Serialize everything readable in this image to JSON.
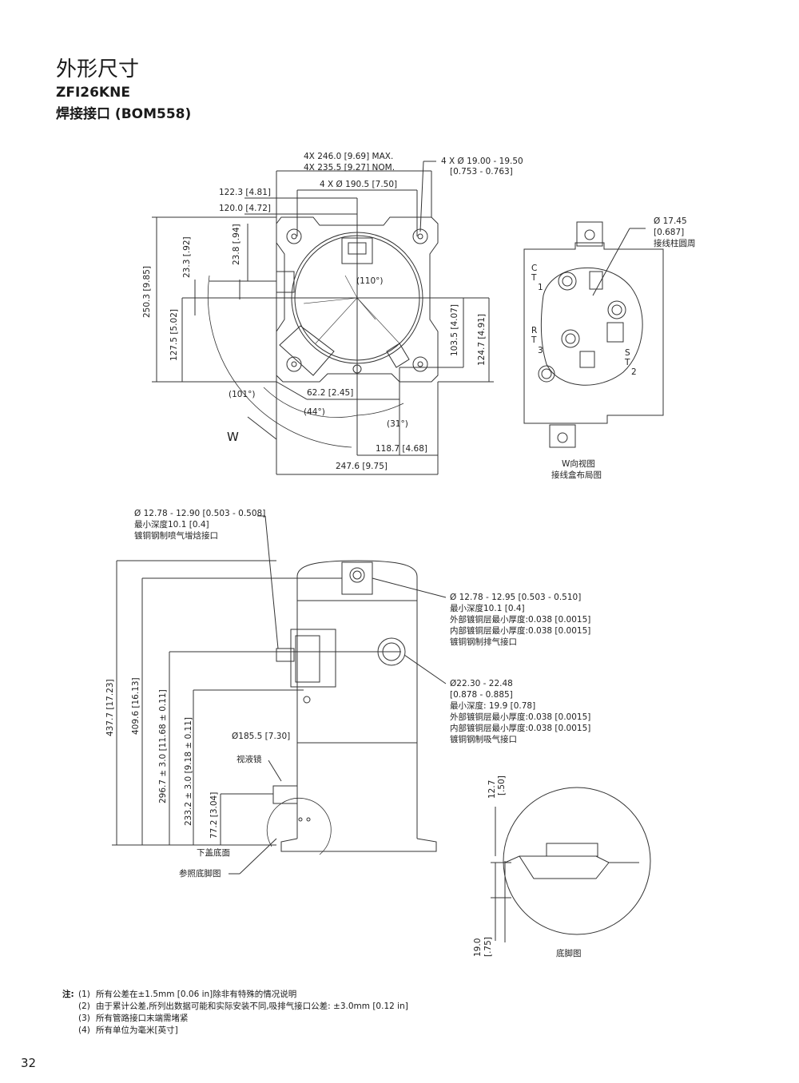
{
  "header": {
    "title": "外形尺寸",
    "model": "ZFI26KNE",
    "connection": "焊接接口 (BOM558)"
  },
  "top_view": {
    "mount_max": "4X 246.0 [9.69] MAX.",
    "mount_nom": "4X 235.5 [9.27] NOM.",
    "hole_dia": "4 X Ø 19.00 - 19.50",
    "hole_dia_in": "[0.753 - 0.763]",
    "bolt_circle": "4 X Ø 190.5 [7.50]",
    "d_122_3": "122.3 [4.81]",
    "d_120_0": "120.0 [4.72]",
    "d_250_3": "250.3 [9.85]",
    "d_23_3": "23.3 [.92]",
    "d_23_8": "23.8 [.94]",
    "d_127_5": "127.5 [5.02]",
    "d_103_5": "103.5 [4.07]",
    "d_124_7": "124.7 [4.91]",
    "d_62_2": "62.2 [2.45]",
    "d_118_7": "118.7 [4.68]",
    "d_247_6": "247.6 [9.75]",
    "ang_110": "(110°)",
    "ang_101": "(101°)",
    "ang_44": "(44°)",
    "ang_31": "(31°)",
    "view_w": "W"
  },
  "terminal_box": {
    "dia_label": "Ø 17.45",
    "dia_in": "[0.687]",
    "dia_desc": "接线柱圆周",
    "c": "C",
    "t1": "T",
    "one": "1",
    "r": "R",
    "t3": "T",
    "three": "3",
    "s": "S",
    "t2": "T",
    "two": "2",
    "caption_1": "W向视图",
    "caption_2": "接线盒布局图"
  },
  "side_view": {
    "inj_1": "Ø 12.78 - 12.90 [0.503 - 0.508]",
    "inj_2": "最小深度10.1 [0.4]",
    "inj_3": "镀铜钢制喷气增焓接口",
    "dis_1": "Ø 12.78 - 12.95 [0.503 - 0.510]",
    "dis_2": "最小深度10.1 [0.4]",
    "dis_3": "外部镀铜层最小厚度:0.038 [0.0015]",
    "dis_4": "内部镀铜层最小厚度:0.038 [0.0015]",
    "dis_5": "镀铜钢制排气接口",
    "suc_1": "Ø22.30 - 22.48",
    "suc_2": "[0.878 - 0.885]",
    "suc_3": "最小深度: 19.9 [0.78]",
    "suc_4": "外部镀铜层最小厚度:0.038 [0.0015]",
    "suc_5": "内部镀铜层最小厚度:0.038 [0.0015]",
    "suc_6": "镀铜钢制吸气接口",
    "shell_dia": "Ø185.5 [7.30]",
    "sight_glass": "视液镜",
    "h_437_7": "437.7 [17.23]",
    "h_409_6": "409.6 [16.13]",
    "h_296_7": "296.7 ± 3.0 [11.68 ± 0.11]",
    "h_233_2": "233.2 ± 3.0 [9.18 ± 0.11]",
    "h_77_2": "77.2 [3.04]",
    "bottom_cover": "下盖底面",
    "ref_foot": "参照底脚图"
  },
  "foot_detail": {
    "d_12_7": "12.7",
    "d_12_7_in": "[.50]",
    "d_19_0": "19.0",
    "d_19_0_in": "[.75]",
    "caption": "底脚图"
  },
  "notes": {
    "head": "注:",
    "items": [
      {
        "num": "(1)",
        "text": "所有公差在±1.5mm [0.06 in]除非有特殊的情况说明"
      },
      {
        "num": "(2)",
        "text": "由于累计公差,所列出数据可能和实际安装不同,吸排气接口公差: ±3.0mm [0.12 in]"
      },
      {
        "num": "(3)",
        "text": "所有管路接口末端需堵紧"
      },
      {
        "num": "(4)",
        "text": "所有单位为毫米[英寸]"
      }
    ]
  },
  "page_number": "32"
}
